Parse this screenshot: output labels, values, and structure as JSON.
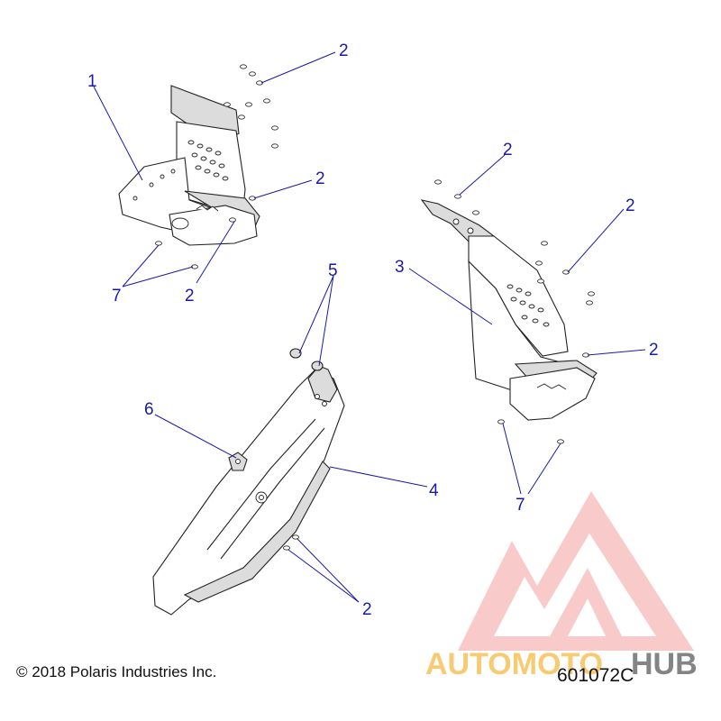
{
  "callouts": [
    {
      "label": "1"
    },
    {
      "label": "2"
    },
    {
      "label": "2"
    },
    {
      "label": "2"
    },
    {
      "label": "2"
    },
    {
      "label": "2"
    },
    {
      "label": "2"
    },
    {
      "label": "2"
    },
    {
      "label": "3"
    },
    {
      "label": "4"
    },
    {
      "label": "5"
    },
    {
      "label": "6"
    },
    {
      "label": "7"
    },
    {
      "label": "7"
    }
  ],
  "footer": {
    "copyright": "© 2018 Polaris Industries Inc.",
    "part_number": "601072C"
  },
  "watermark": {
    "text_a": "AUTOMOTO",
    "text_b": "HUB",
    "color_a": "#f5b942",
    "color_b": "#555555",
    "logo_color": "#e84b4b"
  }
}
